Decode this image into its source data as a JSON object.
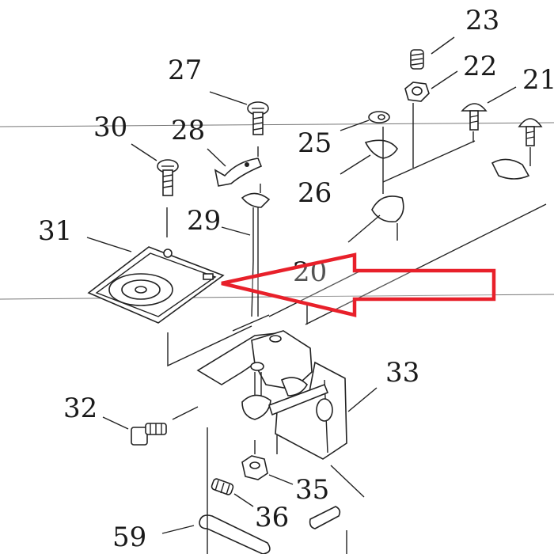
{
  "labels": {
    "p23": "23",
    "p22": "22",
    "p21": "21",
    "p27": "27",
    "p30": "30",
    "p28": "28",
    "p25": "25",
    "p26": "26",
    "p29": "29",
    "p31": "31",
    "p20": "20",
    "p33": "33",
    "p32": "32",
    "p35": "35",
    "p36": "36",
    "p59": "59"
  },
  "colors": {
    "arrow": "#e8202a",
    "line": "#222222"
  },
  "annotation": {
    "type": "arrow",
    "points_to": "31"
  }
}
